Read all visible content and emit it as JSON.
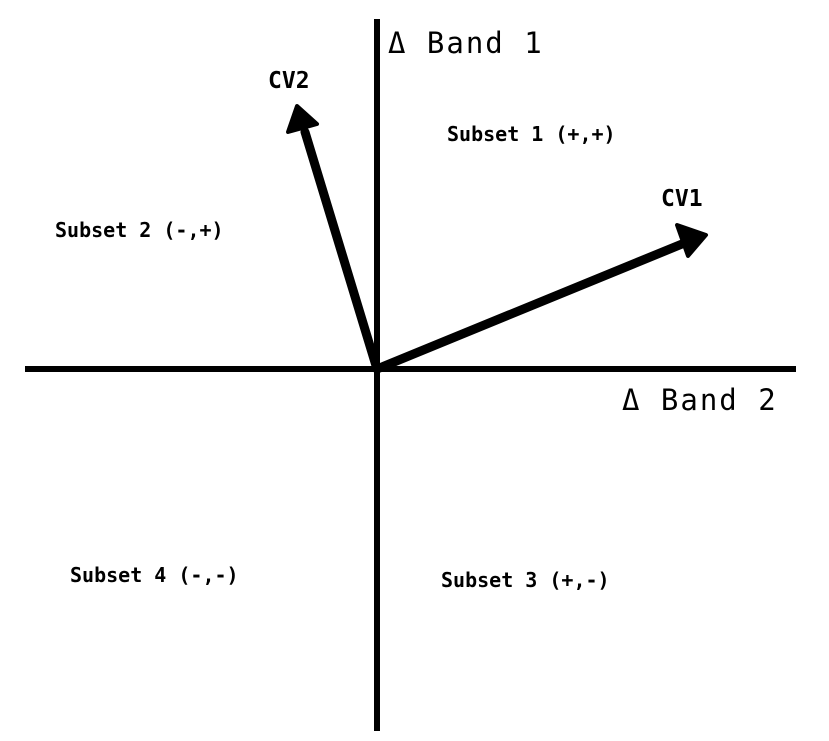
{
  "axes": {
    "vertical_label": "Δ Band 1",
    "horizontal_label": "Δ Band 2"
  },
  "vectors": {
    "cv1_label": "CV1",
    "cv2_label": "CV2"
  },
  "quadrants": {
    "subset1": "Subset 1 (+,+)",
    "subset2": "Subset 2 (-,+)",
    "subset3": "Subset 3 (+,-)",
    "subset4": "Subset 4 (-,-)"
  },
  "colors": {
    "ink": "#000000",
    "background": "#ffffff"
  }
}
